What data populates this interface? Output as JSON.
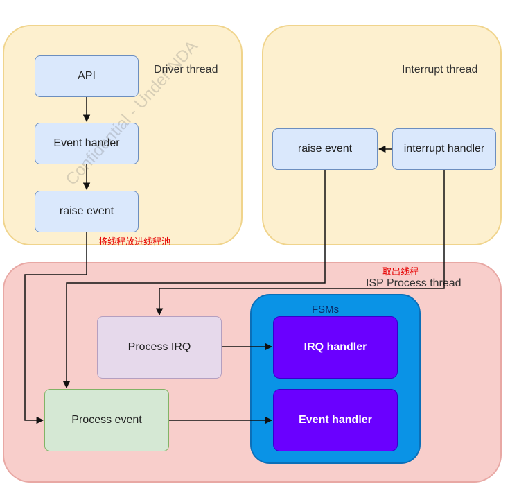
{
  "containers": {
    "driver_thread": "Driver thread",
    "interrupt_thread": "Interrupt thread",
    "isp_process_thread": "ISP Process thread",
    "fsms": "FSMs"
  },
  "nodes": {
    "api": "API",
    "event_hander": "Event hander",
    "raise_event_driver": "raise event",
    "raise_event_interrupt": "raise event",
    "interrupt_handler": "interrupt handler",
    "process_irq": "Process IRQ",
    "process_event": "Process event",
    "irq_handler": "IRQ handler",
    "event_handler": "Event handler"
  },
  "annotations": {
    "put_thread_into_pool": "将线程放进线程池",
    "take_thread_out": "取出线程"
  },
  "watermark": "Confidential - Under NDA",
  "colors": {
    "thread_fill": "#fdf0cf",
    "isp_fill": "#f8cecb",
    "fsm_fill": "#0a93e6",
    "handler_fill": "#6a00ff",
    "annotation": "#e60000"
  }
}
